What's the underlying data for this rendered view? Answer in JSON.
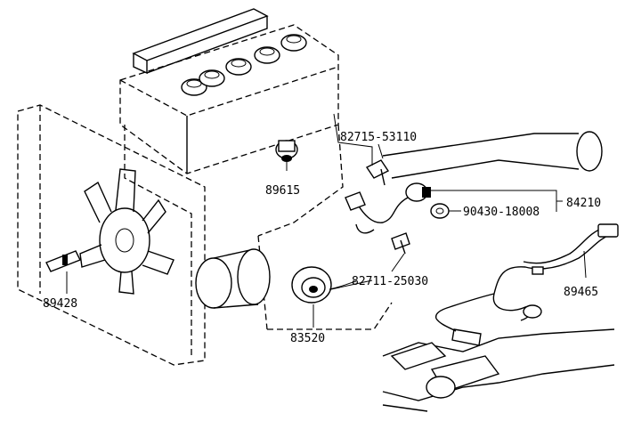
{
  "parts": {
    "p82715": "82715-53110",
    "p84210": "84210",
    "p90430": "90430-18008",
    "p89615": "89615",
    "p89428": "89428",
    "p82711": "82711-25030",
    "p89465": "89465",
    "p83520": "83520"
  }
}
